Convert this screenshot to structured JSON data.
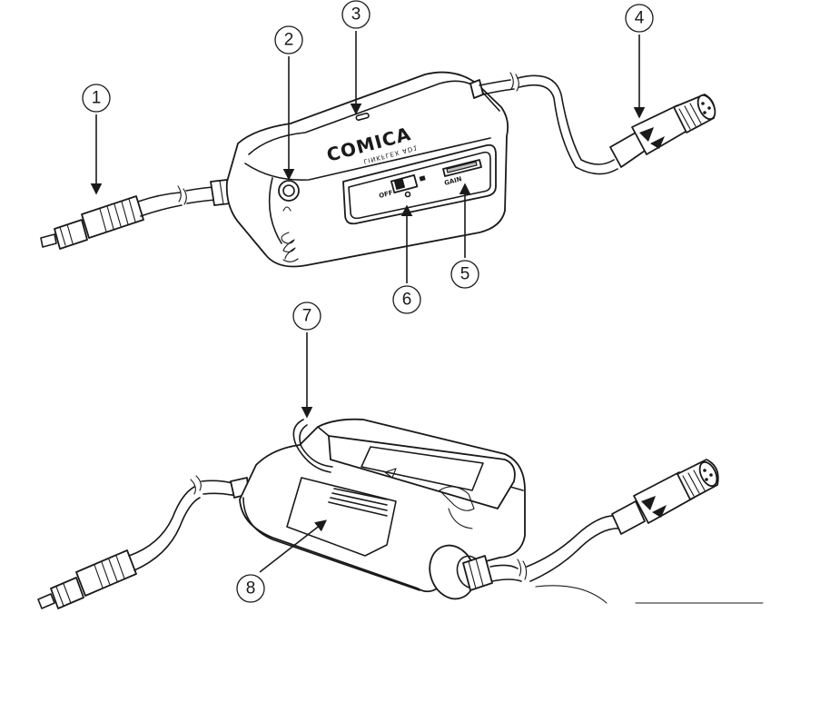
{
  "device": {
    "brand_logo": "COMICA",
    "model_label": "LINKFLEX AD1",
    "switch_off_label": "OFF",
    "gain_label": "GAIN"
  },
  "callouts": [
    {
      "number": "1"
    },
    {
      "number": "2"
    },
    {
      "number": "3"
    },
    {
      "number": "4"
    },
    {
      "number": "5"
    },
    {
      "number": "6"
    },
    {
      "number": "7"
    },
    {
      "number": "8"
    }
  ]
}
